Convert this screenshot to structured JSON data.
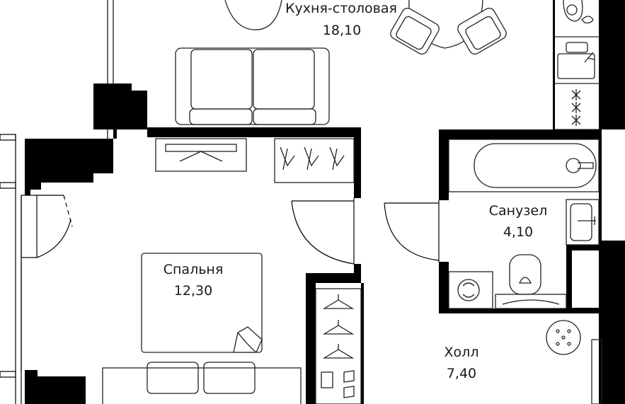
{
  "rooms": {
    "kitchen": {
      "name": "Кухня-столовая",
      "area": "18,10"
    },
    "bathroom": {
      "name": "Санузел",
      "area": "4,10"
    },
    "bedroom": {
      "name": "Спальня",
      "area": "12,30"
    },
    "hall": {
      "name": "Холл",
      "area": "7,40"
    }
  },
  "colors": {
    "wall": "#000000",
    "background": "#ffffff",
    "line": "#222222"
  }
}
